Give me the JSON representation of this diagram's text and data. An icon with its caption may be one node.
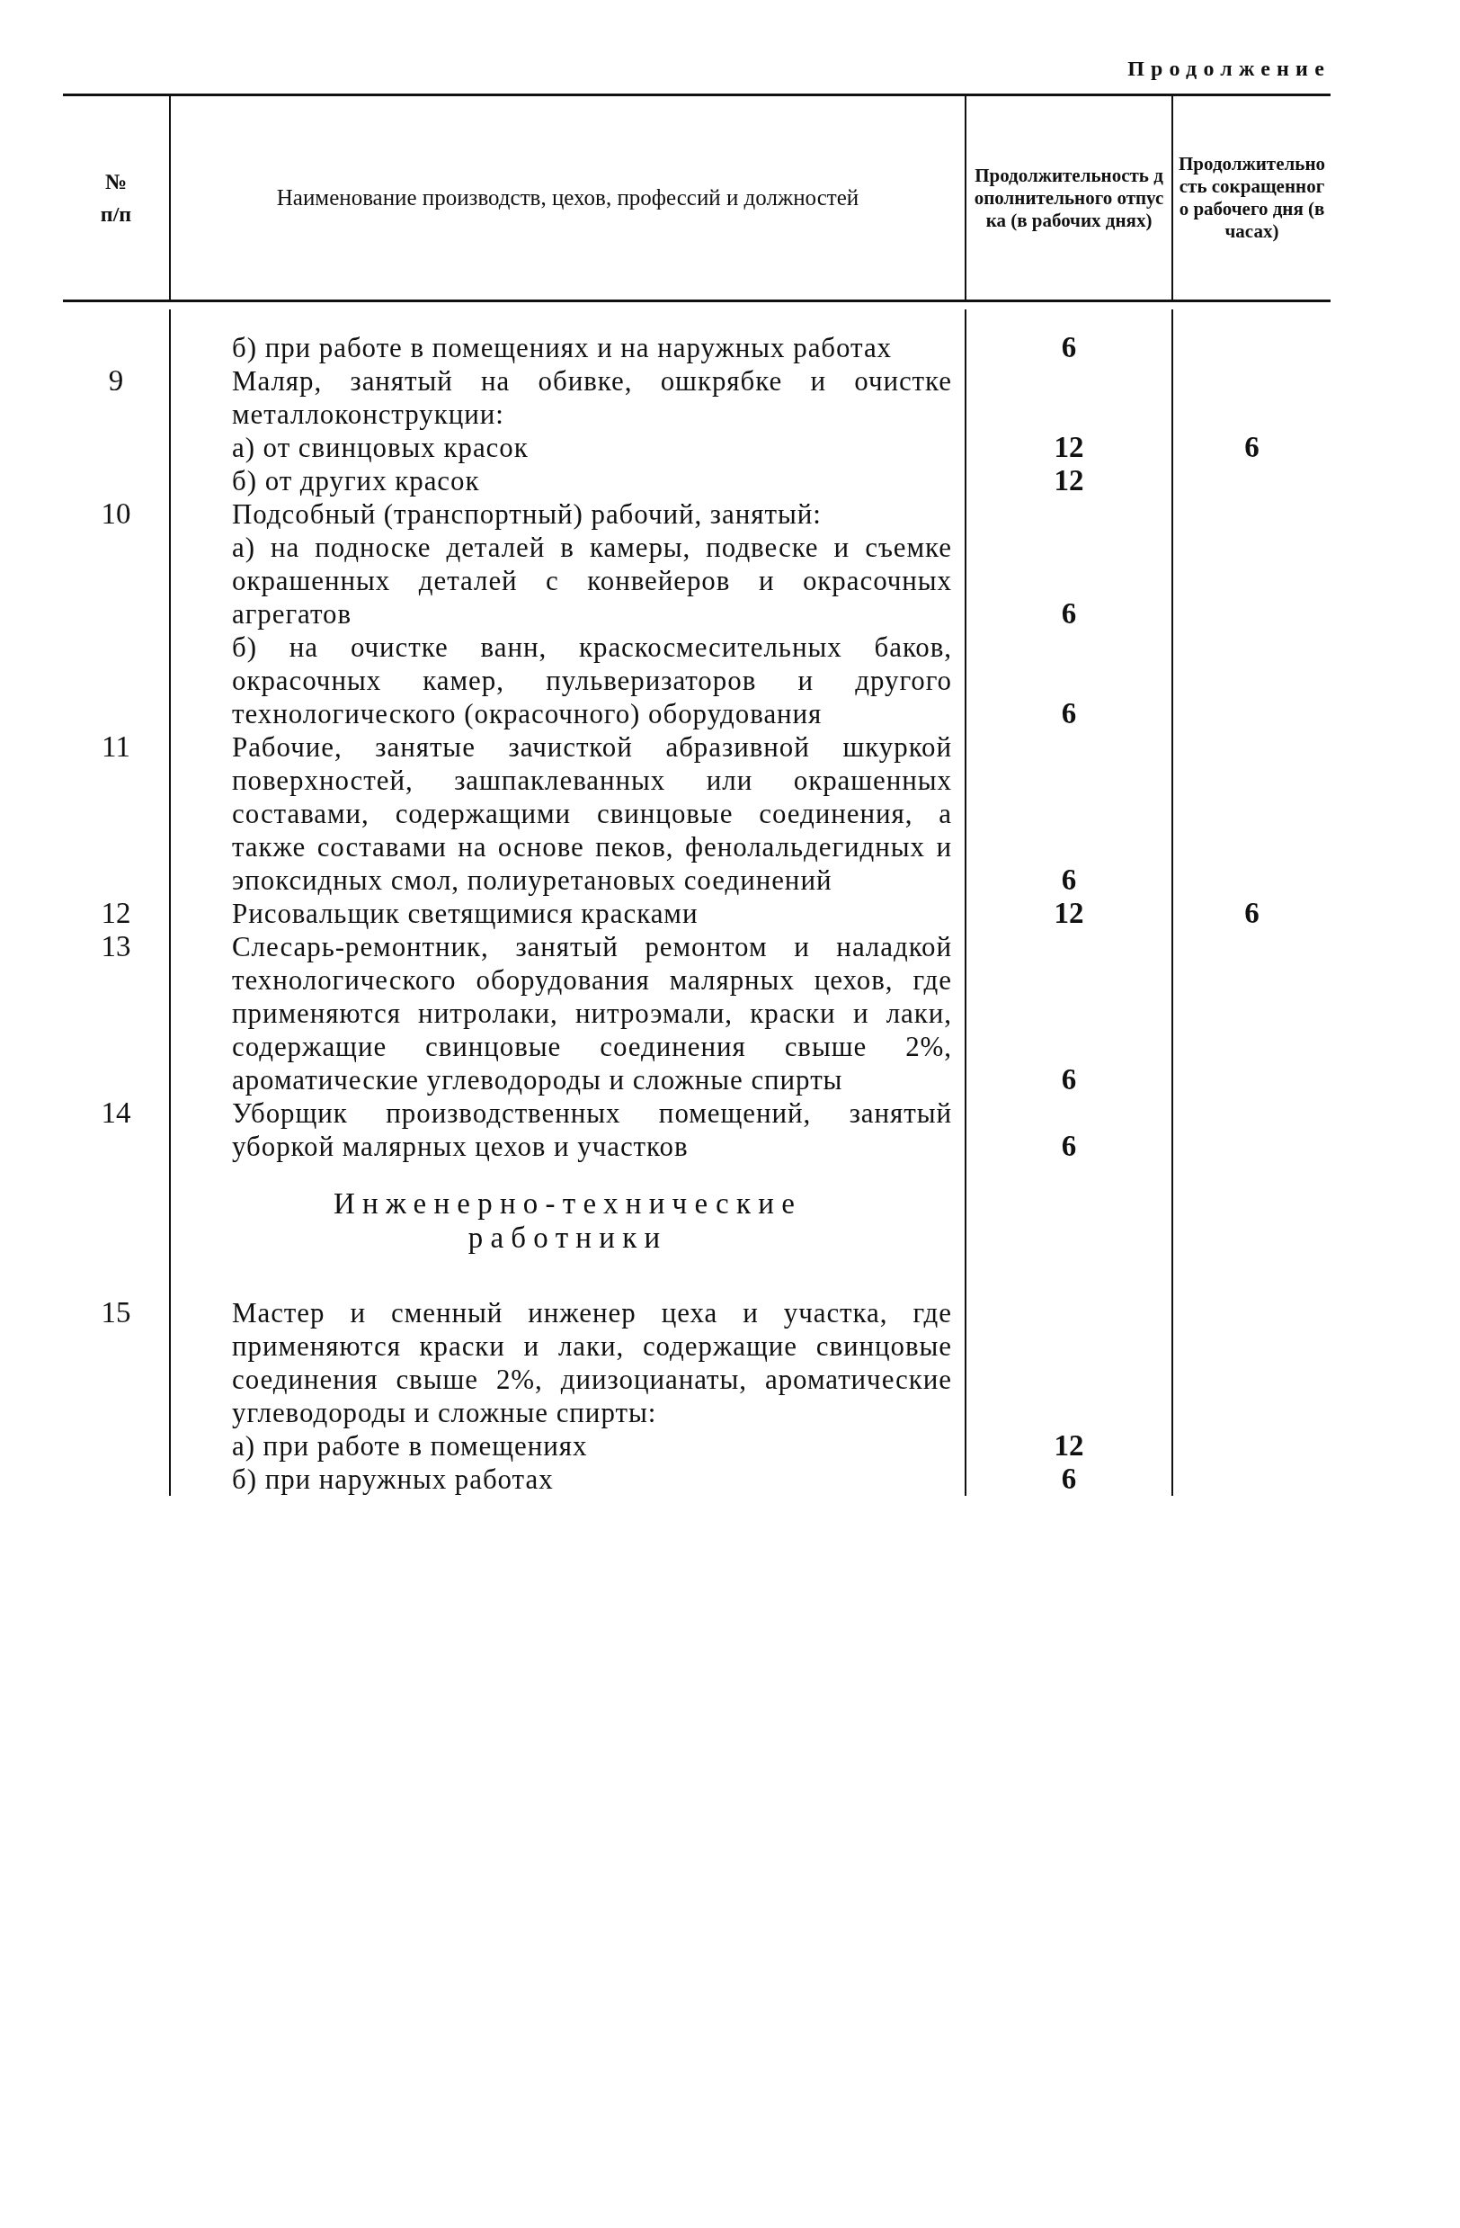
{
  "diagram": {
    "labels": [
      "Продолжение",
      "№ п/п",
      "Наименование производств, цехов, профессий и должностей",
      "Продолжительность дополнительного отпуска (в рабочих днях)",
      "Продолжительность сокращенного рабочего дня (в часах)",
      "б) при работе в помещениях и на наружных работах",
      "6",
      "9",
      "Маляр, занятый на обивке, ошкрябке и очистке металлоконструкции:",
      "а) от свинцовых красок",
      "12",
      "6",
      "б) от других красок",
      "12",
      "10",
      "Подсобный (транспортный) рабочий, занятый:",
      "а) на подноске деталей в камеры, подвеске и съемке окрашенных деталей с конвейеров и окрасочных агрегатов",
      "6",
      "б) на очистке ванн, краскосмесительных баков, окрасочных камер, пульверизаторов и другого технологического (окрасочного) оборудования",
      "6",
      "11",
      "Рабочие, занятые зачисткой абразивной шкуркой поверхностей, зашпаклеванных или окрашенных составами, содержащими свинцовые соединения, а также составами на основе пеков, фенолальдегидных и эпоксидных смол, полиуретановых соединений",
      "6",
      "12",
      "Рисовальщик светящимися красками",
      "12",
      "6",
      "13",
      "Слесарь-ремонтник, занятый ремонтом и наладкой технологического оборудования малярных цехов, где применяются нитролаки, нитроэмали, краски и лаки, содержащие свинцовые соединения свыше 2%, ароматические углеводороды и сложные спирты",
      "6",
      "14",
      "Уборщик производственных помещений, занятый уборкой малярных цехов и участков",
      "6",
      "Инженерно-технические работники",
      "15",
      "Мастер и сменный инженер цеха и участка, где применяются краски и лаки, содержащие свинцовые соединения свыше 2%, диизоцианаты, ароматические углеводороды и сложные спирты:",
      "а) при работе в помещениях",
      "12",
      "б) при наружных работах",
      "6"
    ]
  }
}
